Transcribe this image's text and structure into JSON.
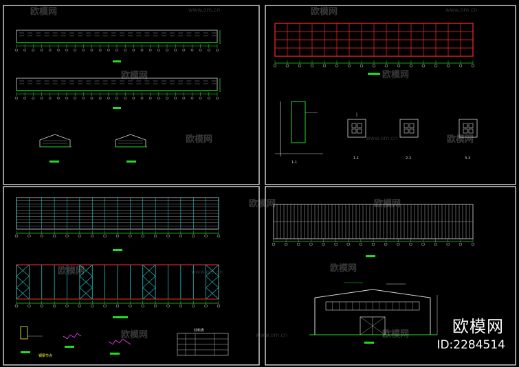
{
  "watermark": {
    "brand_text": "欧模网",
    "url_text": "www.om.cn",
    "id_text": "ID:2284514"
  },
  "drawing_labels": {
    "section_title": "钢梁节点",
    "table_title": "材料表",
    "sheet_note_1": "1-1",
    "sheet_note_2": "2-2",
    "sheet_note_3": "3-3"
  },
  "colors": {
    "frame": "#ffffff",
    "outline": "#e0e0e0",
    "grid_red": "#ff2a2a",
    "axis_green": "#22dd22",
    "axis_text": "#dddddd",
    "cyan": "#22e0e0",
    "yellow": "#ffff33",
    "magenta": "#ff44ff"
  }
}
